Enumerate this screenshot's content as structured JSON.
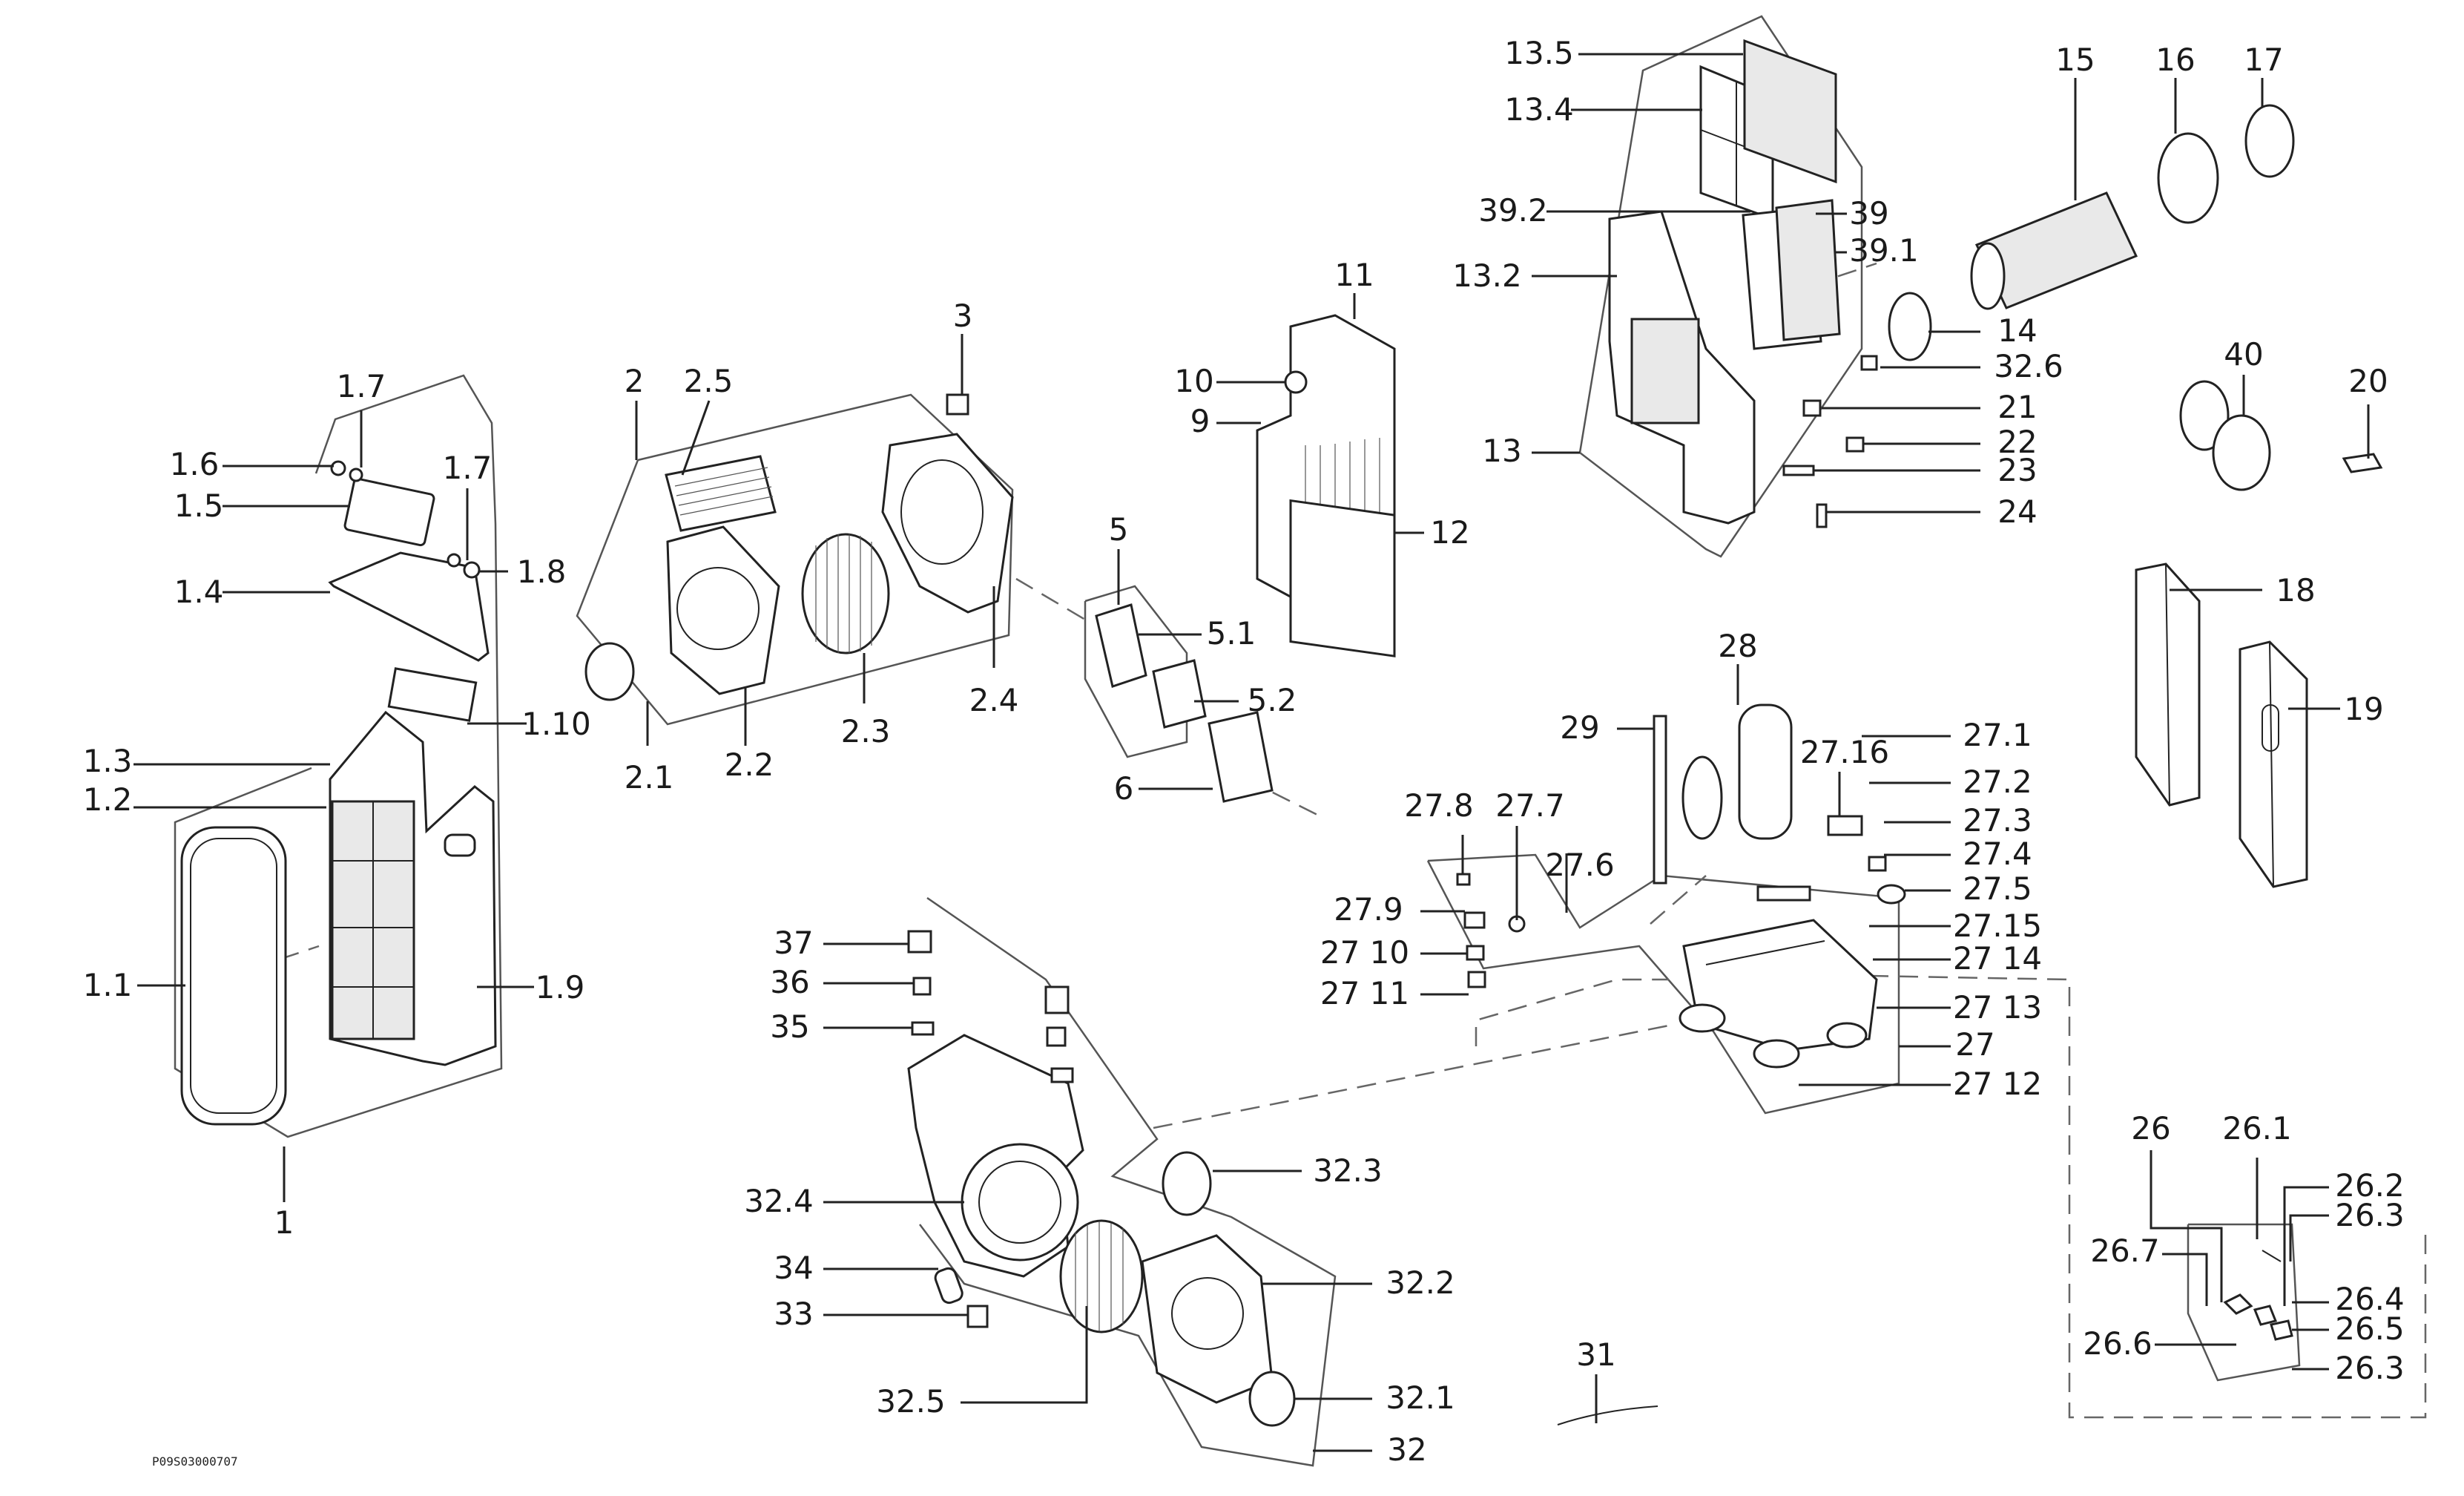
{
  "drawing_code": "P09S03000707",
  "labels": [
    "1",
    "1.1",
    "1.2",
    "1.3",
    "1.4",
    "1.5",
    "1.6",
    "1.7",
    "1.7",
    "1.8",
    "1.9",
    "1.10",
    "2",
    "2.1",
    "2.2",
    "2.3",
    "2.4",
    "2.5",
    "3",
    "5",
    "5.1",
    "5.2",
    "6",
    "9",
    "10",
    "11",
    "12",
    "13",
    "13.2",
    "13.4",
    "13.5",
    "14",
    "15",
    "16",
    "17",
    "18",
    "19",
    "20",
    "21",
    "22",
    "23",
    "24",
    "26",
    "26.1",
    "26.2",
    "26.3",
    "26.4",
    "26.5",
    "26.3",
    "26.6",
    "26.7",
    "27",
    "27.1",
    "27.2",
    "27.3",
    "27.4",
    "27.5",
    "27.6",
    "27.7",
    "27.8",
    "27.9",
    "27 10",
    "27 11",
    "27 12",
    "27 13",
    "27 14",
    "27.15",
    "27.16",
    "28",
    "29",
    "31",
    "32",
    "32.1",
    "32.2",
    "32.3",
    "32.4",
    "32.5",
    "32.6",
    "33",
    "34",
    "35",
    "36",
    "37",
    "39",
    "39.1",
    "39.2",
    "40"
  ]
}
